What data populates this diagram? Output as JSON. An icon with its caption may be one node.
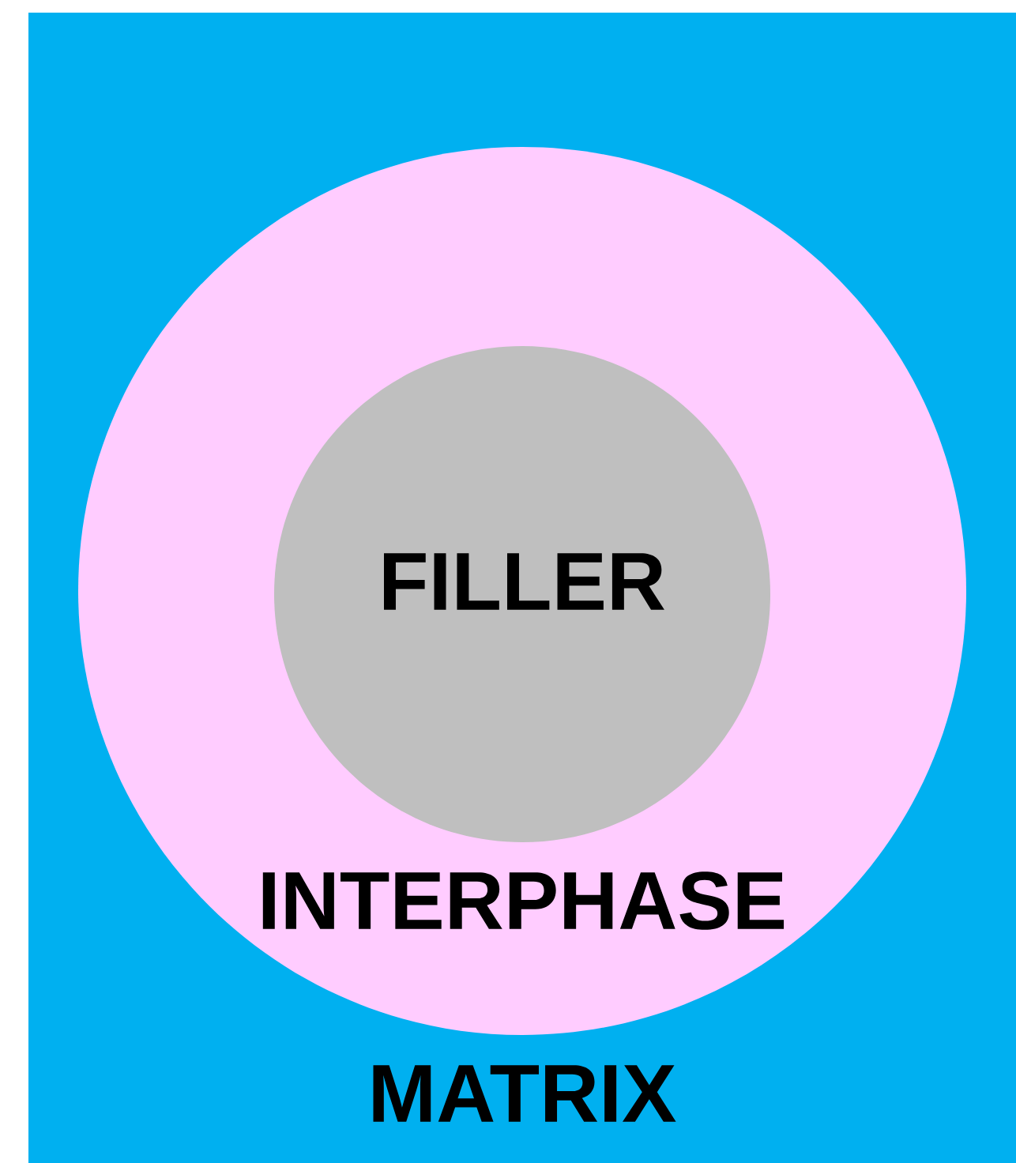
{
  "diagram": {
    "nodes": [
      {
        "text": [
          "MATRIX"
        ]
      },
      {
        "text": [
          "INTERPHASE"
        ],
        "in": 0
      },
      {
        "text": [
          "FILLER"
        ],
        "in": 1
      }
    ]
  }
}
